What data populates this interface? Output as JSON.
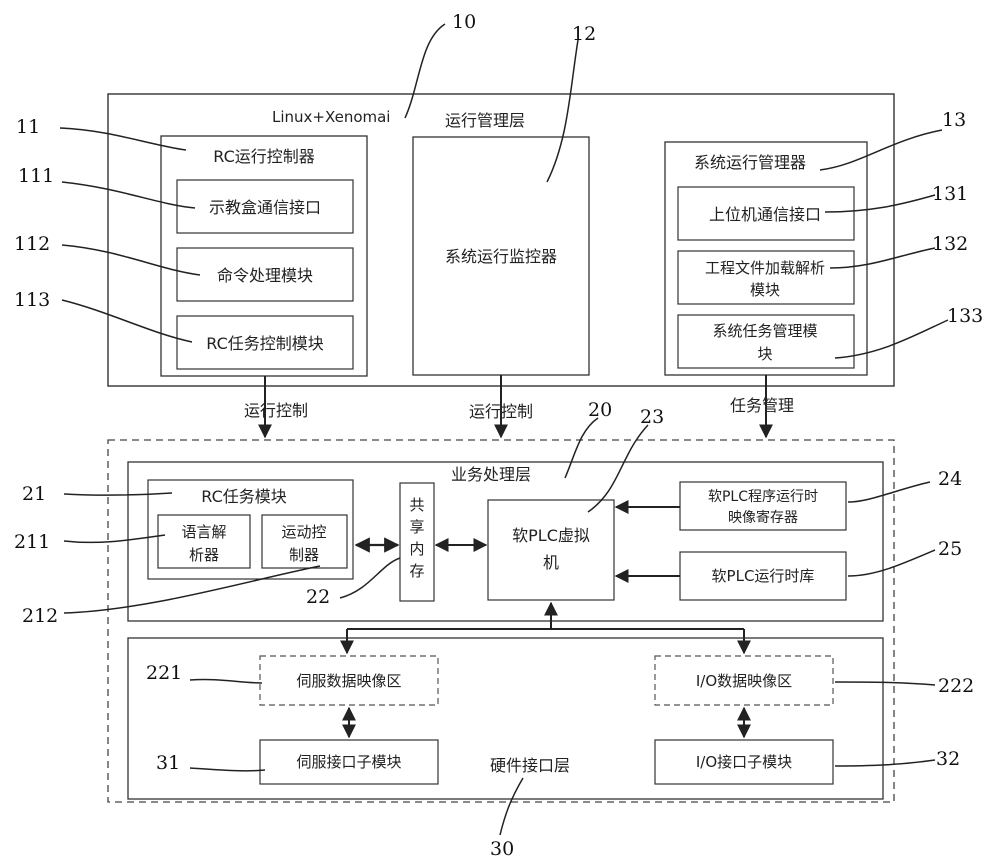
{
  "top_layer": {
    "os_label": "Linux+Xenomai",
    "title": "运行管理层",
    "rc_controller": {
      "title": "RC运行控制器",
      "modules": [
        "示教盒通信接口",
        "命令处理模块",
        "RC任务控制模块"
      ]
    },
    "monitor": {
      "title": "系统运行监控器"
    },
    "sys_manager": {
      "title": "系统运行管理器",
      "modules": [
        {
          "line1": "上位机通信接口",
          "line2": ""
        },
        {
          "line1": "工程文件加载解析",
          "line2": "模块"
        },
        {
          "line1": "系统任务管理模",
          "line2": "块"
        }
      ]
    }
  },
  "flows": {
    "left": "运行控制",
    "middle": "运行控制",
    "right": "任务管理"
  },
  "middle_layer": {
    "title": "业务处理层",
    "rc_task": {
      "title": "RC任务模块",
      "parser": {
        "line1": "语言解",
        "line2": "析器"
      },
      "motion": {
        "line1": "运动控",
        "line2": "制器"
      }
    },
    "shared_memory": [
      "共",
      "享",
      "内",
      "存"
    ],
    "plc_vm": {
      "line1": "软PLC虚拟",
      "line2": "机"
    },
    "plc_register": {
      "line1": "软PLC程序运行时",
      "line2": "映像寄存器"
    },
    "plc_runtime": "软PLC运行时库"
  },
  "bottom_layer": {
    "title": "硬件接口层",
    "servo_image": "伺服数据映像区",
    "io_image": "I/O数据映像区",
    "servo_interface": "伺服接口子模块",
    "io_interface": "I/O接口子模块"
  },
  "refs": {
    "r10": "10",
    "r11": "11",
    "r111": "111",
    "r112": "112",
    "r113": "113",
    "r12": "12",
    "r13": "13",
    "r131": "131",
    "r132": "132",
    "r133": "133",
    "r20": "20",
    "r21": "21",
    "r211": "211",
    "r212": "212",
    "r22": "22",
    "r23": "23",
    "r24": "24",
    "r25": "25",
    "r221": "221",
    "r222": "222",
    "r30": "30",
    "r31": "31",
    "r32": "32"
  }
}
